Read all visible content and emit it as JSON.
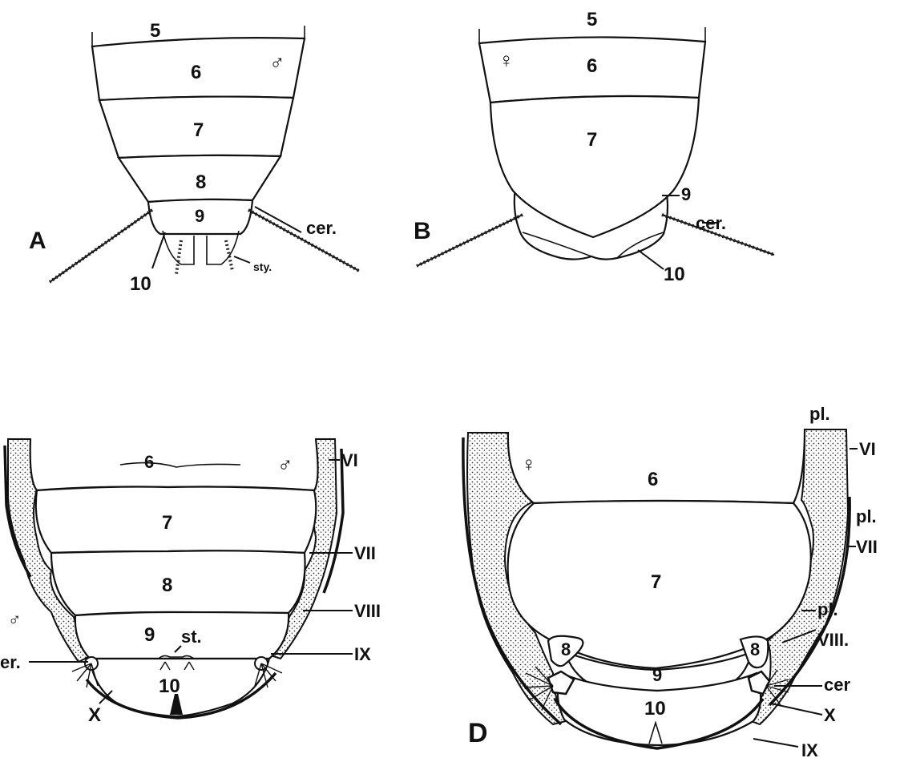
{
  "panels": {
    "A": {
      "letter": "A",
      "sex_symbol": "♂",
      "segments": [
        "5",
        "6",
        "7",
        "8",
        "9",
        "10"
      ],
      "labels": {
        "cerci": "cer.",
        "styli": "sty."
      }
    },
    "B": {
      "letter": "B",
      "sex_symbol": "♀",
      "segments": [
        "5",
        "6",
        "7",
        "9",
        "10"
      ],
      "labels": {
        "cerci": "cer."
      }
    },
    "C": {
      "sex_symbol": "♂",
      "corner_mark": "♂",
      "segments": [
        "6",
        "7",
        "8",
        "9",
        "10"
      ],
      "labels": {
        "stylus": "st.",
        "cerci": "er.",
        "roman": [
          "VI",
          "VII",
          "VIII",
          "IX",
          "X"
        ]
      }
    },
    "D": {
      "letter": "D",
      "sex_symbol": "♀",
      "segments": [
        "6",
        "7",
        "8",
        "8",
        "9",
        "10"
      ],
      "labels": {
        "pleura": [
          "pl.",
          "pl.",
          "pl."
        ],
        "cerci": "cer",
        "roman": [
          "VI",
          "VII",
          "VIII.",
          "X",
          "IX"
        ]
      }
    }
  }
}
